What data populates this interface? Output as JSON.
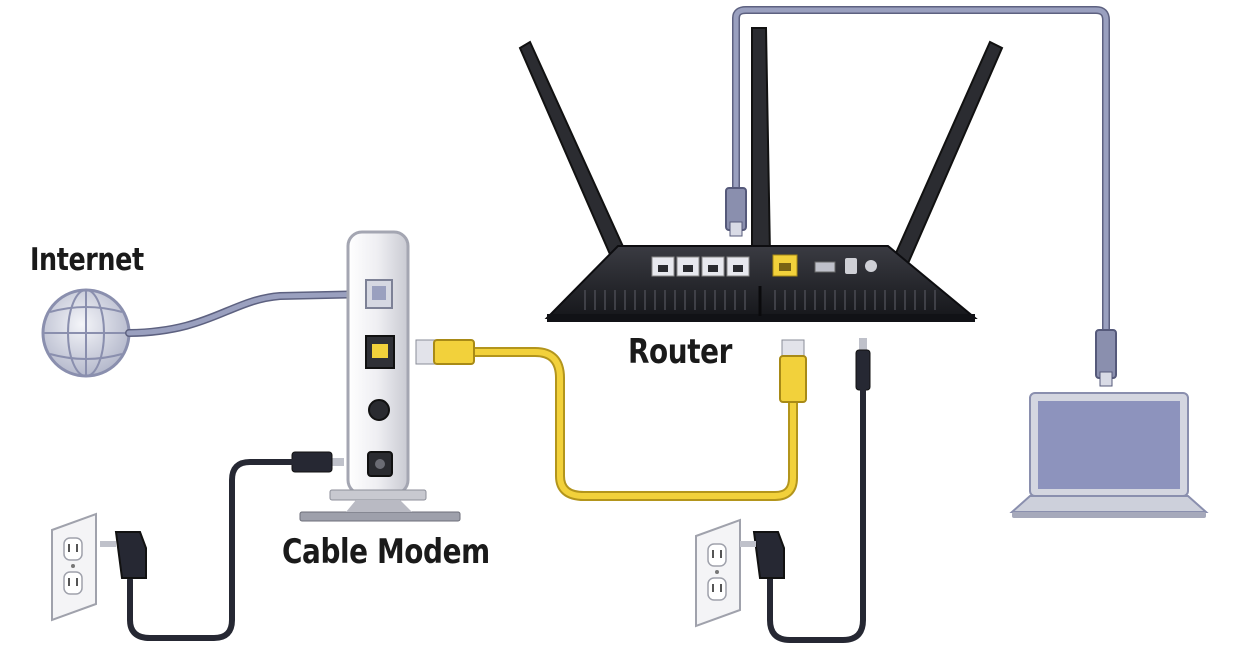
{
  "labels": {
    "internet": "Internet",
    "router": "Router",
    "modem": "Cable Modem"
  },
  "colors": {
    "ethernet_cable": "#f2d13b",
    "network_cable": "#8a8fae",
    "power_cable": "#262833",
    "router_body": "#26272c",
    "modem_body": "#ececef",
    "laptop_screen": "#8d93bd"
  },
  "icons": [
    "globe-icon",
    "wall-outlet-icon",
    "power-plug-icon",
    "laptop-icon",
    "router-icon",
    "cable-modem-icon"
  ]
}
